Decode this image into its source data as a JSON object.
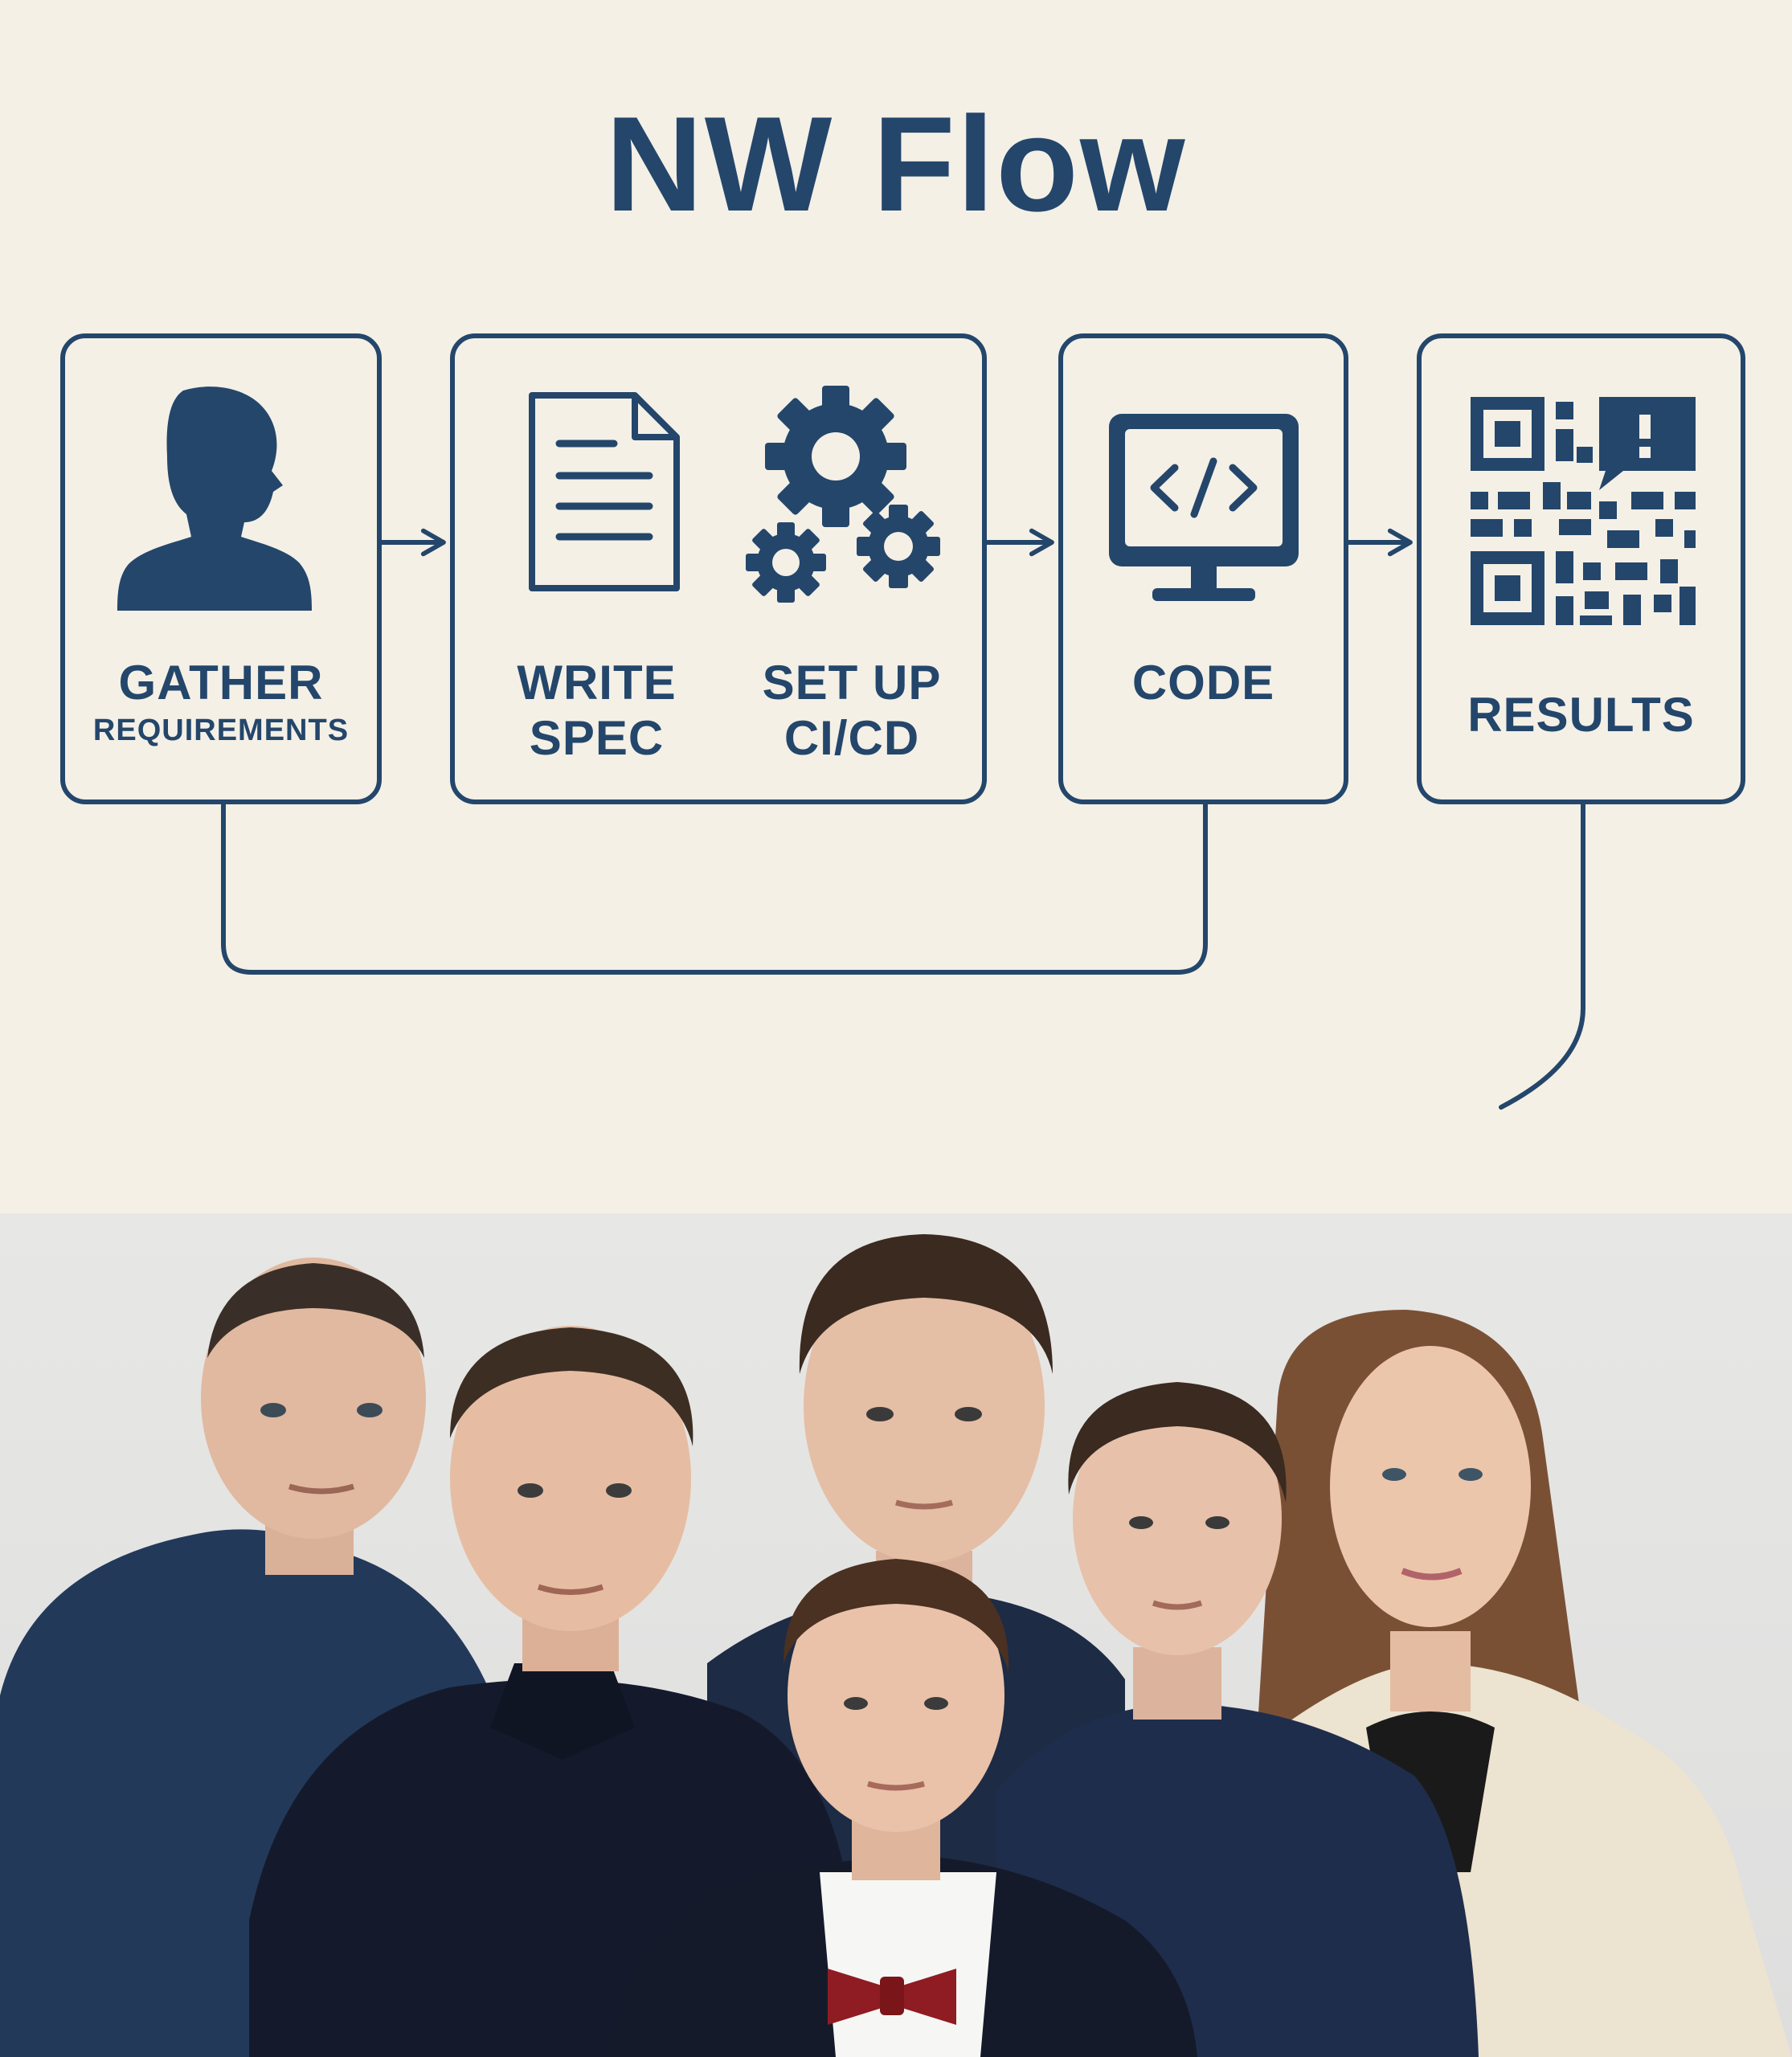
{
  "title": "NW Flow",
  "colors": {
    "ink": "#24466b",
    "paper": "#f4f0e6",
    "photo_bg": "#e3e3e1"
  },
  "steps": [
    {
      "icon": "person-icon",
      "label_line1": "GATHER",
      "label_line2": "REQUIREMENTS"
    },
    {
      "icon": "document-icon",
      "label_line1": "WRITE",
      "label_line2": "SPEC"
    },
    {
      "icon": "gears-icon",
      "label_line1": "SET UP",
      "label_line2": "CI/CD"
    },
    {
      "icon": "monitor-code-icon",
      "label_line1": "CODE"
    },
    {
      "icon": "qr-code-icon",
      "label_line1": "RESULTS"
    }
  ],
  "team_photo": {
    "people": [
      {
        "role": "man-plaid-shirt-left"
      },
      {
        "role": "man-navy-polo"
      },
      {
        "role": "young-man-back-center"
      },
      {
        "role": "young-man-bow-tie-front"
      },
      {
        "role": "young-man-plaid-shirt-right"
      },
      {
        "role": "woman-cream-jacket"
      }
    ]
  }
}
